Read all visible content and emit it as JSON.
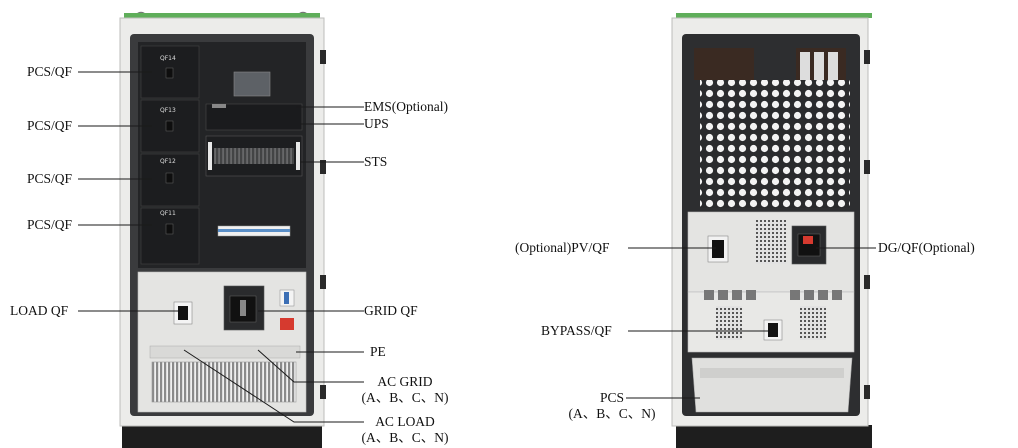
{
  "left_cabinet": {
    "labels": {
      "pcs_qf_1": "PCS/QF",
      "pcs_qf_2": "PCS/QF",
      "pcs_qf_3": "PCS/QF",
      "pcs_qf_4": "PCS/QF",
      "load_qf": "LOAD QF",
      "ems": "EMS(Optional)",
      "ups": "UPS",
      "sts": "STS",
      "grid_qf": "GRID QF",
      "pe": "PE",
      "ac_grid": "AC GRID",
      "ac_grid_phases": "(A、B、C、N)",
      "ac_load": "AC LOAD",
      "ac_load_phases": "(A、B、C、N)"
    },
    "module_tags": [
      "QF14",
      "QF13",
      "QF12",
      "QF11"
    ]
  },
  "right_cabinet": {
    "labels": {
      "pv_qf": "(Optional)PV/QF",
      "dg_qf": "DG/QF(Optional)",
      "bypass_qf": "BYPASS/QF",
      "pcs": "PCS",
      "pcs_phases": "(A、B、C、N)"
    }
  },
  "colors": {
    "cabinet_frame": "#ececea",
    "cabinet_dark": "#2a2b2d",
    "module_face": "#222325",
    "plate": "#e4e4e2",
    "base": "#1e1e1e",
    "accent_green": "#5fae5a",
    "breaker_red": "#d63a2f",
    "leader_line": "#1a1a1a"
  }
}
